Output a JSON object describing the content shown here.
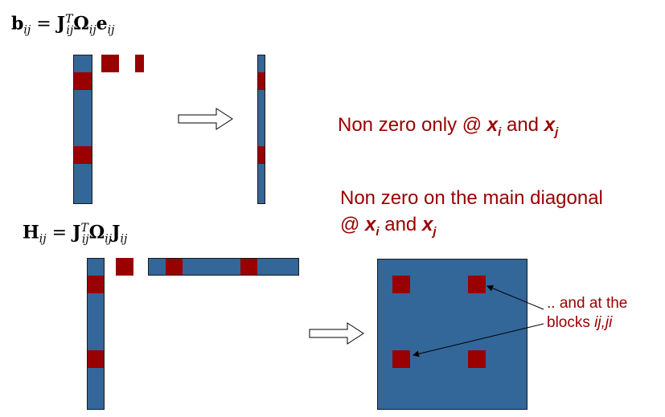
{
  "equations": {
    "b": {
      "lhs_main": "b",
      "lhs_sub": "ij",
      "eq": "=",
      "J1": "J",
      "J1_sup": "T",
      "J1_sub": "ij",
      "Omega": "Ω",
      "Omega_sub": "ij",
      "last": "e",
      "last_sub": "ij"
    },
    "H": {
      "lhs_main": "H",
      "lhs_sub": "ij",
      "eq": "=",
      "J1": "J",
      "J1_sup": "T",
      "J1_sub": "ij",
      "Omega": "Ω",
      "Omega_sub": "ij",
      "last": "J",
      "last_sub": "ij"
    }
  },
  "text": {
    "nonzero_only": {
      "prefix": "Non zero only @ ",
      "x1": "x",
      "x1_sub": "i",
      "and": " and ",
      "x2": "x",
      "x2_sub": "j"
    },
    "main_diag": {
      "line1": "Non zero on the main diagonal",
      "prefix": "@ ",
      "x1": "x",
      "x1_sub": "i",
      "and": " and ",
      "x2": "x",
      "x2_sub": "j"
    },
    "blocks": {
      "line1": ".. and at the",
      "line2_prefix": "blocks ",
      "line2_italic": "ij,ji"
    }
  },
  "colors": {
    "matrix_blue": "#336699",
    "block_red": "#990000",
    "text_red": "#990000"
  }
}
